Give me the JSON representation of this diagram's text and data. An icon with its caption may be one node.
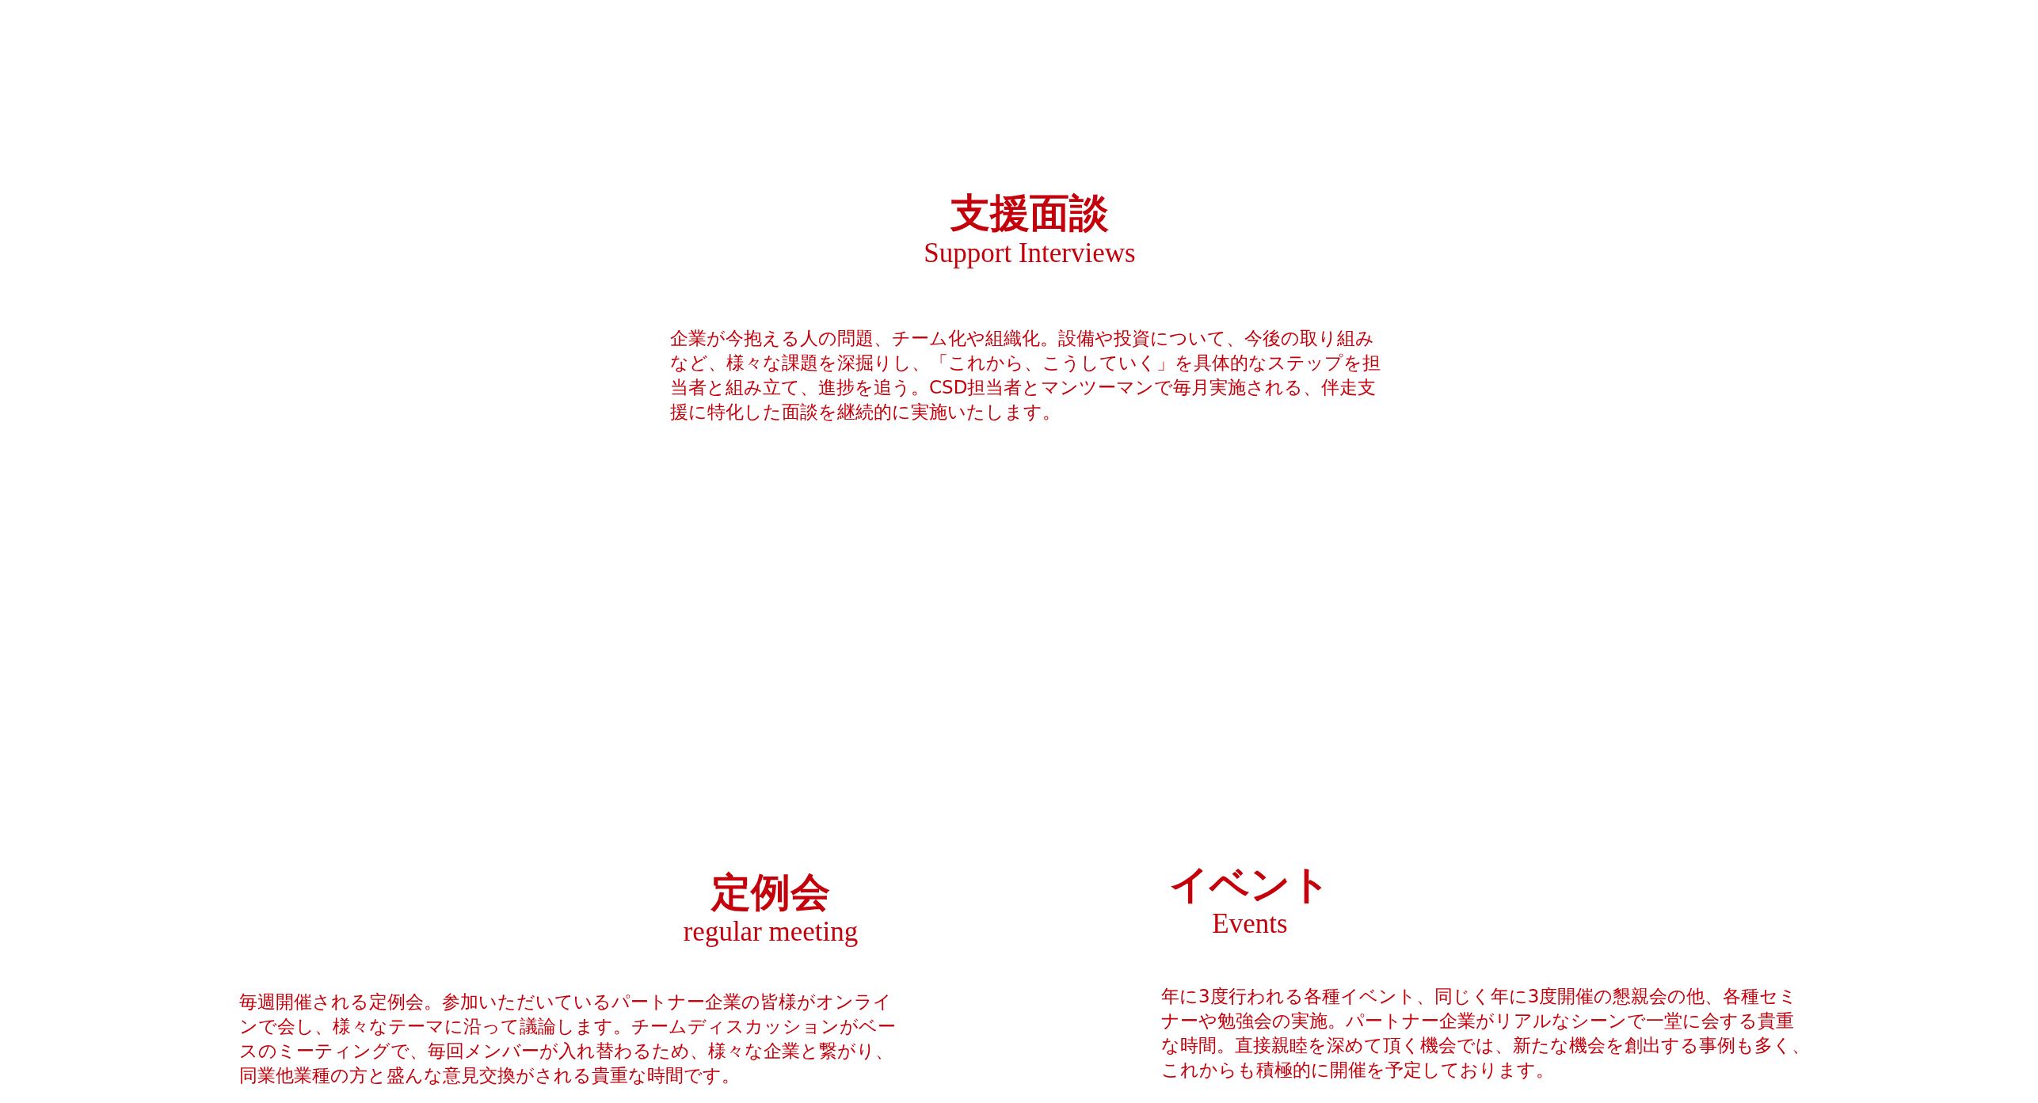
{
  "diagram": {
    "labels": [
      "支援面談",
      "Support Interviews",
      "企業が今抱える人の問題、チーム化や組織化。設備や投資について、今後の取り組みなど、様々な課題を深掘りし、「これから、こうしていく」を具体的なステップを担当者と組み立て、進捗を追う。CSD担当者とマンツーマンで毎月実施される、伴走支援に特化した面談を継続的に実施いたします。",
      "定例会",
      "regular meeting",
      "毎週開催される定例会。参加いただいているパートナー企業の皆様がオンラインで会し、様々なテーマに沿って議論します。チームディスカッションがベースのミーティングで、毎回メンバーが入れ替わるため、様々な企業と繋がり、同業他業種の方と盛んな意見交換がされる貴重な時間です。",
      "イベント",
      "Events",
      "年に3度行われる各種イベント、同じく年に3度開催の懇親会の他、各種セミナーや勉強会の実施。パートナー企業がリアルなシーンで一堂に会する貴重な時間。直接親睦を深めて頂く機会では、新たな機会を創出する事例も多く、これからも積極的に開催を予定しております。"
    ]
  }
}
